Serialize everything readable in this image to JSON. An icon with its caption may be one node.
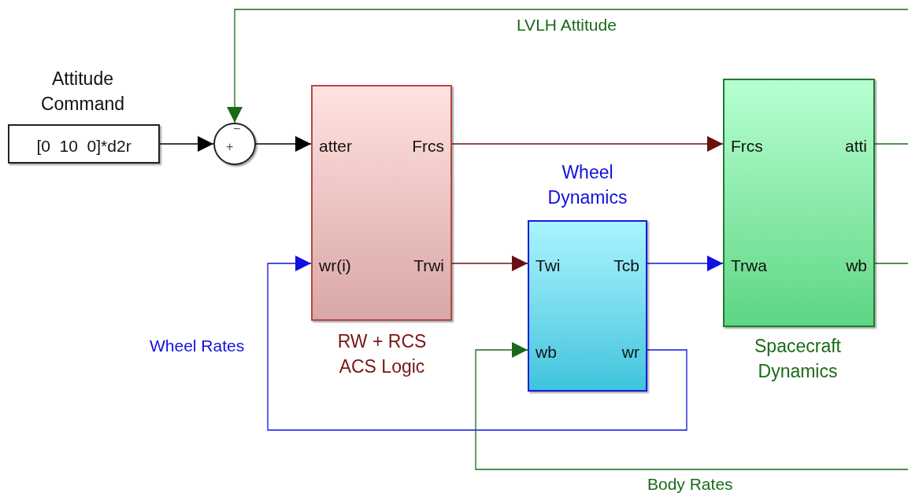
{
  "diagram": {
    "nodes": [
      {
        "text": [
          "[0  10  0]*d2r"
        ],
        "beside": [
          "Attitude Command"
        ]
      },
      {
        "text": [
          "+",
          "−"
        ]
      },
      {
        "text": [
          "atter",
          "Frcs",
          "wr(i)",
          "Trwi"
        ],
        "beside": [
          "RW + RCS ACS Logic"
        ]
      },
      {
        "text": [
          "Twi",
          "Tcb",
          "wb",
          "wr"
        ],
        "beside": [
          "Wheel Dynamics"
        ]
      },
      {
        "text": [
          "Frcs",
          "atti",
          "Trwa",
          "wb"
        ],
        "beside": [
          "Spacecraft Dynamics"
        ]
      }
    ],
    "edges": [
      {
        "from": 0,
        "to": 1,
        "arrow": "to",
        "color": "#000000"
      },
      {
        "from": 1,
        "to": 2,
        "arrow": "to",
        "color": "#000000"
      },
      {
        "from": 2,
        "to": 4,
        "arrow": "to",
        "color": "#6b1010"
      },
      {
        "from": 2,
        "to": 3,
        "arrow": "to",
        "color": "#6b1010"
      },
      {
        "from": 3,
        "to": 4,
        "arrow": "to",
        "color": "#1010e0"
      },
      {
        "from": 3,
        "to": 2,
        "arrow": "to",
        "label": "Wheel Rates",
        "color": "#1010e0"
      },
      {
        "from": 4,
        "to": null,
        "arrow": "none",
        "color": "#1a6a1a"
      },
      {
        "from": 4,
        "to": null,
        "arrow": "none",
        "color": "#1a6a1a"
      },
      {
        "from": null,
        "to": 3,
        "arrow": "to",
        "label": "Body Rates",
        "color": "#1a6a1a"
      },
      {
        "from": null,
        "to": 1,
        "arrow": "to",
        "label": "LVLH Attitude",
        "color": "#1a6a1a"
      }
    ]
  }
}
